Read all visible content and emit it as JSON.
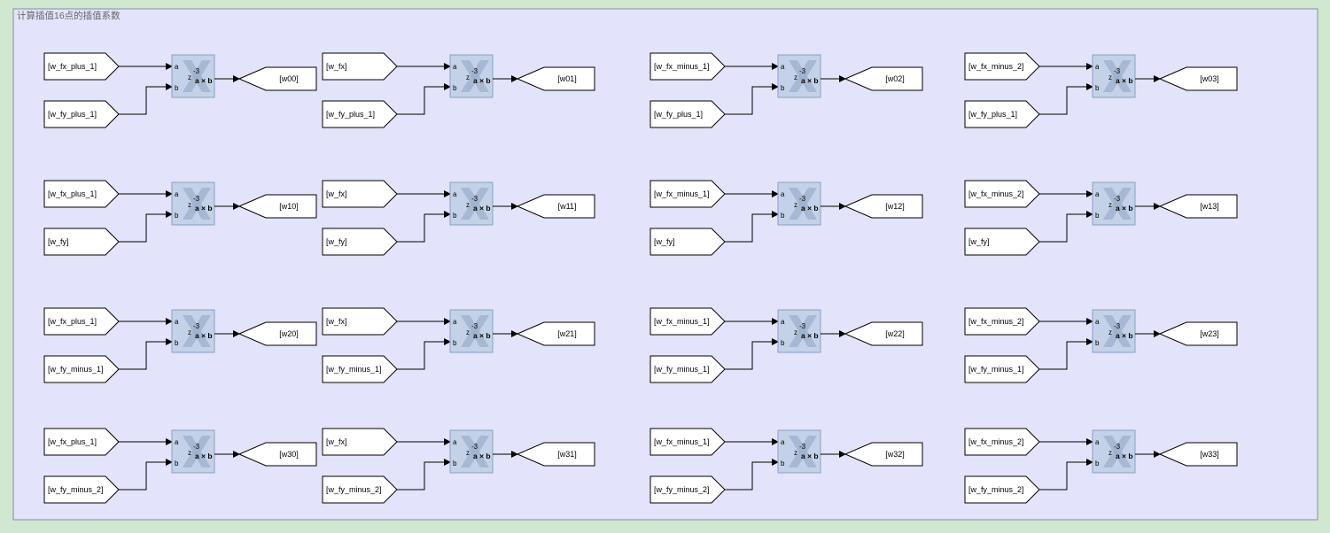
{
  "area": {
    "title": "计算插值16点的插值系数"
  },
  "colors": {
    "background": "#cfe8cf",
    "area_fill": "#e3e3fb",
    "block_fill": "#c3d2e8",
    "logo": "#9fb2cc"
  },
  "mult_block": {
    "port_a": "a",
    "port_b": "b",
    "latency_base": "z",
    "latency_exp": "-3",
    "op": "a × b",
    "icon": "xilinx-logo-icon"
  },
  "rows": [
    {
      "y_tag": "[w_fy_plus_1]",
      "cells": [
        {
          "x_tag": "[w_fx_plus_1]",
          "out_tag": "[w00]"
        },
        {
          "x_tag": "[w_fx]",
          "out_tag": "[w01]"
        },
        {
          "x_tag": "[w_fx_minus_1]",
          "out_tag": "[w02]"
        },
        {
          "x_tag": "[w_fx_minus_2]",
          "out_tag": "[w03]"
        }
      ]
    },
    {
      "y_tag": "[w_fy]",
      "cells": [
        {
          "x_tag": "[w_fx_plus_1]",
          "out_tag": "[w10]"
        },
        {
          "x_tag": "[w_fx]",
          "out_tag": "[w11]"
        },
        {
          "x_tag": "[w_fx_minus_1]",
          "out_tag": "[w12]"
        },
        {
          "x_tag": "[w_fx_minus_2]",
          "out_tag": "[w13]"
        }
      ]
    },
    {
      "y_tag": "[w_fy_minus_1]",
      "cells": [
        {
          "x_tag": "[w_fx_plus_1]",
          "out_tag": "[w20]"
        },
        {
          "x_tag": "[w_fx]",
          "out_tag": "[w21]"
        },
        {
          "x_tag": "[w_fx_minus_1]",
          "out_tag": "[w22]"
        },
        {
          "x_tag": "[w_fx_minus_2]",
          "out_tag": "[w23]"
        }
      ]
    },
    {
      "y_tag": "[w_fy_minus_2]",
      "cells": [
        {
          "x_tag": "[w_fx_plus_1]",
          "out_tag": "[w30]"
        },
        {
          "x_tag": "[w_fx]",
          "out_tag": "[w31]"
        },
        {
          "x_tag": "[w_fx_minus_1]",
          "out_tag": "[w32]"
        },
        {
          "x_tag": "[w_fx_minus_2]",
          "out_tag": "[w33]"
        }
      ]
    }
  ]
}
